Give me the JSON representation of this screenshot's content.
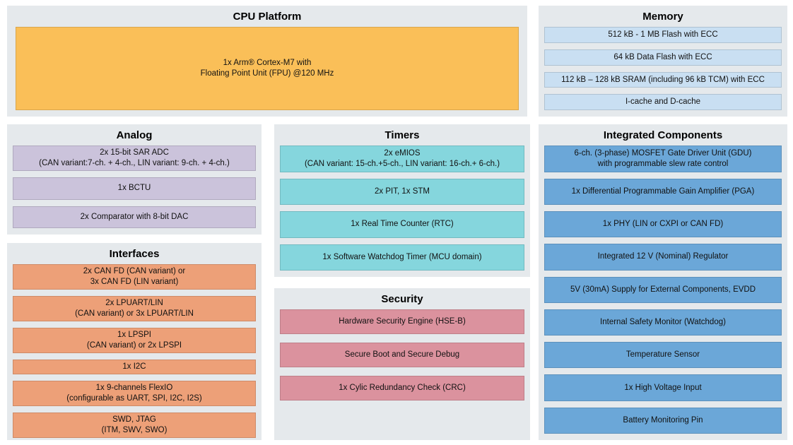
{
  "colors": {
    "panel_bg": "#e5e9ec",
    "cpu_fill": "#fabf58",
    "memory_fill": "#c9dff2",
    "analog_fill": "#cbc3db",
    "interfaces_fill": "#eda078",
    "timers_fill": "#85d6dd",
    "security_fill": "#db929e",
    "integrated_fill": "#6ba7d8"
  },
  "panels": {
    "cpu": {
      "title": "CPU Platform",
      "rows": [
        {
          "lines": [
            "1x Arm® Cortex-M7 with",
            "Floating Point Unit (FPU) @120 MHz"
          ]
        }
      ]
    },
    "memory": {
      "title": "Memory",
      "rows": [
        {
          "lines": [
            "512 kB - 1 MB Flash with ECC"
          ]
        },
        {
          "lines": [
            "64 kB Data Flash with ECC"
          ]
        },
        {
          "lines": [
            "112 kB – 128 kB SRAM (including 96 kB TCM) with ECC"
          ]
        },
        {
          "lines": [
            "I-cache and D-cache"
          ]
        }
      ]
    },
    "analog": {
      "title": "Analog",
      "rows": [
        {
          "lines": [
            "2x 15-bit SAR ADC",
            "(CAN variant:7-ch. + 4-ch., LIN variant: 9-ch. + 4-ch.)"
          ]
        },
        {
          "lines": [
            "1x BCTU"
          ]
        },
        {
          "lines": [
            "2x Comparator with 8-bit DAC"
          ]
        }
      ]
    },
    "interfaces": {
      "title": "Interfaces",
      "rows": [
        {
          "lines": [
            "2x CAN FD (CAN variant) or",
            "3x CAN FD (LIN variant)"
          ]
        },
        {
          "lines": [
            "2x LPUART/LIN",
            "(CAN variant) or 3x LPUART/LIN"
          ]
        },
        {
          "lines": [
            "1x LPSPI",
            "(CAN variant) or 2x LPSPI"
          ]
        },
        {
          "lines": [
            "1x I2C"
          ]
        },
        {
          "lines": [
            "1x 9-channels FlexIO",
            "(configurable as UART, SPI, I2C, I2S)"
          ]
        },
        {
          "lines": [
            "SWD, JTAG",
            "(ITM, SWV, SWO)"
          ]
        }
      ]
    },
    "timers": {
      "title": "Timers",
      "rows": [
        {
          "lines": [
            "2x eMIOS",
            "(CAN variant: 15-ch.+5-ch., LIN variant: 16-ch.+ 6-ch.)"
          ]
        },
        {
          "lines": [
            "2x PIT, 1x STM"
          ]
        },
        {
          "lines": [
            "1x Real Time Counter (RTC)"
          ]
        },
        {
          "lines": [
            "1x Software Watchdog Timer (MCU domain)"
          ]
        }
      ]
    },
    "security": {
      "title": "Security",
      "rows": [
        {
          "lines": [
            "Hardware Security Engine (HSE-B)"
          ]
        },
        {
          "lines": [
            "Secure Boot and Secure Debug"
          ]
        },
        {
          "lines": [
            "1x Cylic Redundancy Check (CRC)"
          ]
        }
      ]
    },
    "integrated": {
      "title": "Integrated Components",
      "rows": [
        {
          "lines": [
            "6-ch. (3-phase) MOSFET Gate Driver Unit (GDU)",
            "with programmable slew rate control"
          ]
        },
        {
          "lines": [
            "1x Differential Programmable Gain Amplifier (PGA)"
          ]
        },
        {
          "lines": [
            "1x PHY (LIN or CXPI or CAN FD)"
          ]
        },
        {
          "lines": [
            "Integrated 12 V (Nominal) Regulator"
          ]
        },
        {
          "lines": [
            "5V (30mA) Supply for External Components, EVDD"
          ]
        },
        {
          "lines": [
            "Internal Safety Monitor (Watchdog)"
          ]
        },
        {
          "lines": [
            "Temperature Sensor"
          ]
        },
        {
          "lines": [
            "1x High Voltage Input"
          ]
        },
        {
          "lines": [
            "Battery Monitoring Pin"
          ]
        }
      ]
    }
  }
}
